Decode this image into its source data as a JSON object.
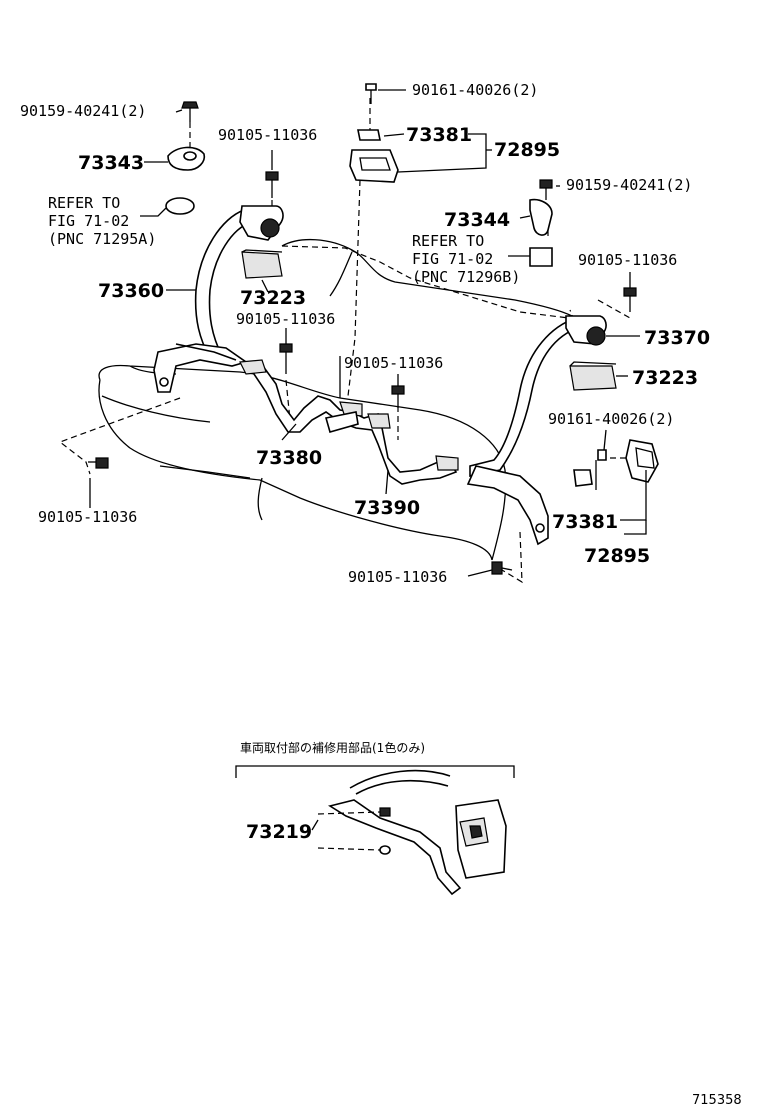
{
  "labels": {
    "l_9015940241_a": "90159-40241(2)",
    "l_9016140026_top": "90161-40026(2)",
    "l_73381_top": "73381",
    "l_72895_top": "72895",
    "l_9010511036_a": "90105-11036",
    "l_73343": "73343",
    "l_refer_a1": "REFER TO",
    "l_refer_a2": "FIG 71-02",
    "l_refer_a3": "(PNC 71295A)",
    "l_9015940241_b": "90159-40241(2)",
    "l_73344": "73344",
    "l_refer_b1": "REFER TO",
    "l_refer_b2": "FIG 71-02",
    "l_refer_b3": "(PNC 71296B)",
    "l_9010511036_b": "90105-11036",
    "l_73360": "73360",
    "l_73223_a": "73223",
    "l_9010511036_c": "90105-11036",
    "l_73370": "73370",
    "l_9010511036_d": "90105-11036",
    "l_73223_b": "73223",
    "l_9016140026_b": "90161-40026(2)",
    "l_73380": "73380",
    "l_9010511036_e": "90105-11036",
    "l_73390": "73390",
    "l_73381_b": "73381",
    "l_72895_b": "72895",
    "l_9010511036_f": "90105-11036",
    "l_note_jp": "車両取付部の補修用部品(1色のみ)",
    "l_73219": "73219",
    "l_fig_no": "715358"
  }
}
